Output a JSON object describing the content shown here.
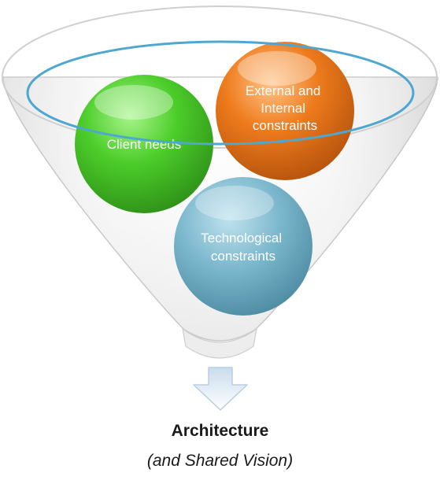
{
  "funnel": {
    "inputs": [
      {
        "label_lines": [
          "Client needs"
        ],
        "color": "#4ccd2a"
      },
      {
        "label_lines": [
          "External and",
          "Internal",
          "constraints"
        ],
        "color": "#ee7b1c"
      },
      {
        "label_lines": [
          "Technological",
          "constraints"
        ],
        "color": "#7ab6cc"
      }
    ],
    "rim_color": "#4ea7d1"
  },
  "arrow": {
    "icon": "down-arrow-icon"
  },
  "output": {
    "title": "Architecture",
    "subtitle": "(and Shared Vision)"
  }
}
